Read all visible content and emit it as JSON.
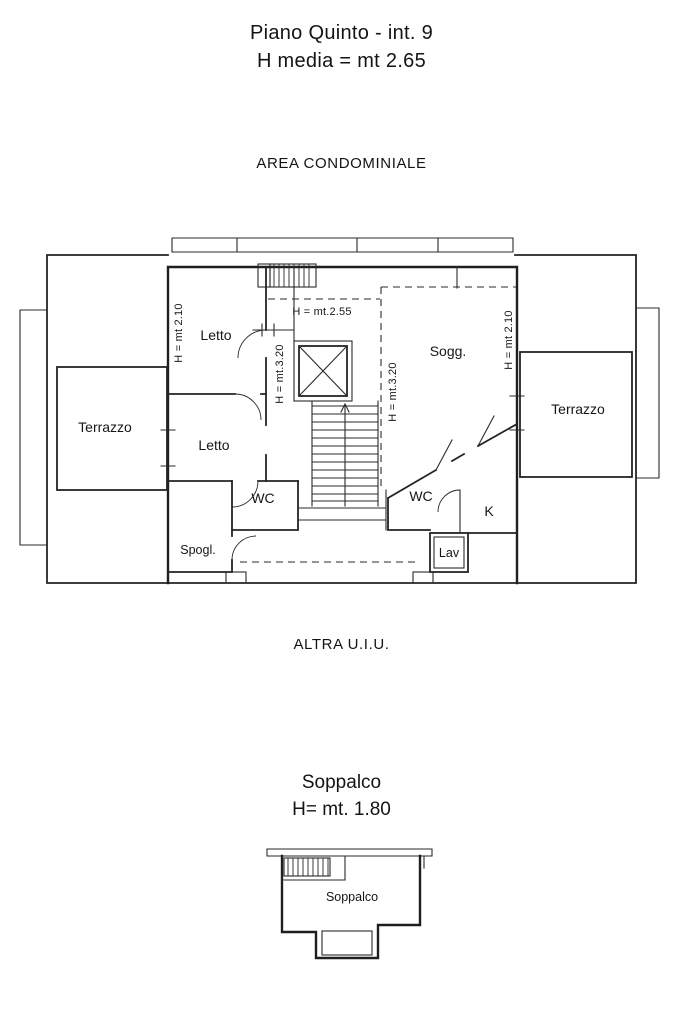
{
  "header": {
    "title": "Piano Quinto - int. 9",
    "subtitle": "H media = mt 2.65"
  },
  "sections": {
    "area_condominiale": "AREA CONDOMINIALE",
    "altra_uiu": "ALTRA U.I.U."
  },
  "main_plan": {
    "rooms": {
      "terrazzo_left": "Terrazzo",
      "letto_top": "Letto",
      "letto_middle": "Letto",
      "wc_left": "WC",
      "spogliatoio": "Spogl.",
      "soggiorno": "Sogg.",
      "wc_right": "WC",
      "cucina": "K",
      "lavanderia": "Lav",
      "terrazzo_right": "Terrazzo"
    },
    "heights": {
      "left": "H = mt 2.10",
      "center": "H = mt.2.55",
      "stair_a": "H = mt.3.20",
      "stair_b": "H = mt.3.20",
      "right": "H = mt 2.10"
    }
  },
  "soppalco_plan": {
    "title": "Soppalco",
    "height": "H= mt. 1.80",
    "room": "Soppalco"
  },
  "colors": {
    "ink": "#1c1c1c",
    "paper": "#ffffff"
  }
}
